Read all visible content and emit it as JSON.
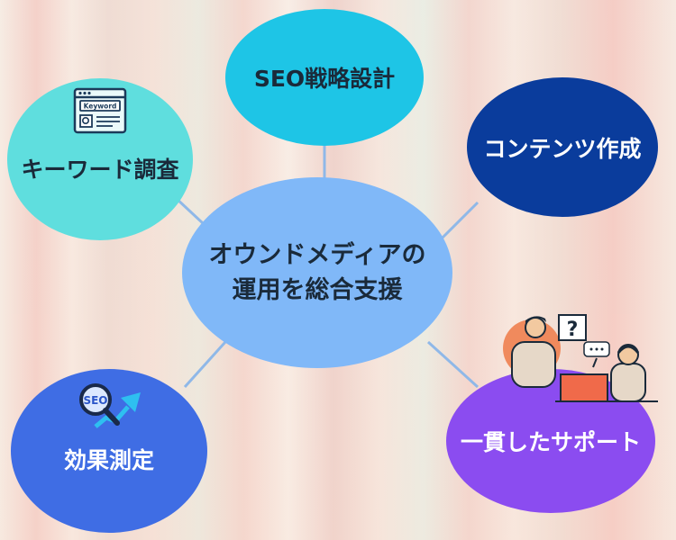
{
  "center": {
    "line1": "オウンドメディアの",
    "line2": "運用を総合支援"
  },
  "nodes": {
    "keyword": {
      "label": "キーワード調査",
      "icon_text": "Keyword",
      "icon": "keyword-search-icon"
    },
    "seo_design": {
      "label": "SEO戦略設計"
    },
    "content": {
      "label": "コンテンツ作成"
    },
    "measure": {
      "label": "効果測定",
      "icon_text": "SEO",
      "icon": "seo-growth-icon"
    },
    "support": {
      "label": "一貫したサポート",
      "icon": "support-people-icon",
      "icon_text": "?"
    }
  },
  "colors": {
    "center": "#80b8f8",
    "keyword": "#5fdede",
    "seo_design": "#1ec5e6",
    "content": "#0a3c9c",
    "measure": "#3f6de4",
    "support": "#8b4cf0",
    "line": "#8fb8e8",
    "dark_text": "#1a2a3a",
    "light_text": "#ffffff"
  }
}
